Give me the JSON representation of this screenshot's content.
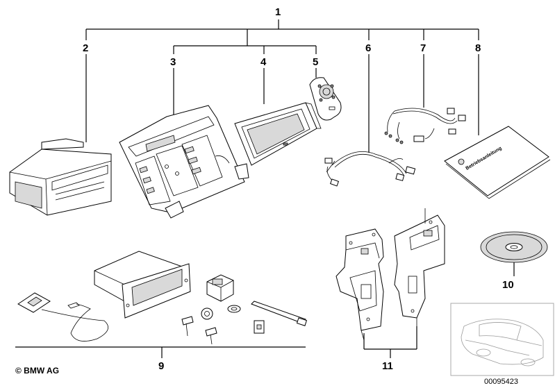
{
  "callouts": {
    "c1": "1",
    "c2": "2",
    "c3": "3",
    "c4": "4",
    "c5": "5",
    "c6": "6",
    "c7": "7",
    "c8": "8",
    "c9": "9",
    "c10": "10",
    "c11": "11"
  },
  "manual_title": "Betriebsanleitung",
  "copyright": "© BMW AG",
  "part_number": "00095423"
}
